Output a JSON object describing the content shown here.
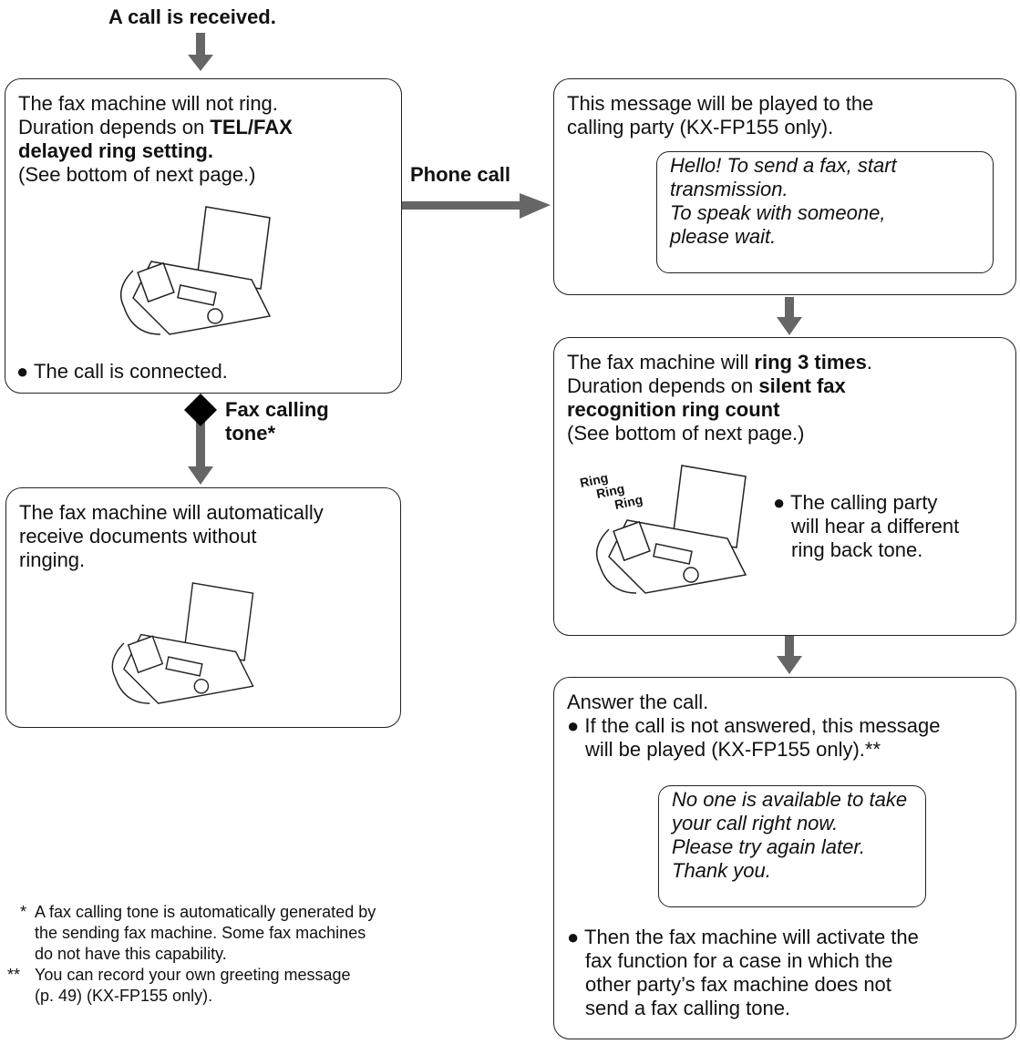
{
  "start_label": "A call is received.",
  "box_no_ring": {
    "line1": "The fax machine will not ring.",
    "line2_pre": "Duration depends on ",
    "line2_bold": "TEL/FAX",
    "line3_bold": "delayed ring setting.",
    "line4": "(See bottom of next page.)",
    "bullet": "The call is connected."
  },
  "phone_call_label": "Phone call",
  "fax_tone_label_1": "Fax calling",
  "fax_tone_label_2": "tone*",
  "box_auto_receive": {
    "line1": "The fax machine will automatically",
    "line2": "receive documents without",
    "line3": "ringing."
  },
  "box_message": {
    "line1": "This message will be played to the",
    "line2": "calling party (KX-FP155 only).",
    "bubble_1": "Hello! To send a fax, start",
    "bubble_2": "transmission.",
    "bubble_3": "To speak with someone,",
    "bubble_4": "please wait."
  },
  "box_ring3": {
    "line1_pre": "The fax machine will ",
    "line1_bold": "ring 3 times",
    "line1_post": ".",
    "line2_pre": "Duration depends on ",
    "line2_bold": "silent fax",
    "line3_bold": "recognition ring count",
    "line4": "(See bottom of next page.)",
    "ring_1": "Ring",
    "ring_2": "Ring",
    "ring_3": "Ring",
    "bullet_1": "The calling party",
    "bullet_2": "will hear a different",
    "bullet_3": "ring back tone."
  },
  "box_answer": {
    "line1": "Answer the call.",
    "bullet1_1": "If the call is not answered, this message",
    "bullet1_2": "will be played (KX-FP155 only).**",
    "bubble_1": "No one is available to take",
    "bubble_2": "your call right now.",
    "bubble_3": "Please try again later.",
    "bubble_4": "Thank you.",
    "bullet2_1": "Then the fax machine will activate the",
    "bullet2_2": "fax function for a case in which the",
    "bullet2_3": "other party’s fax machine does not",
    "bullet2_4": "send a fax calling tone."
  },
  "footnotes": {
    "n1_mark": "*",
    "n1_1": "A fax calling tone is automatically generated by",
    "n1_2": "the sending fax machine. Some fax machines",
    "n1_3": "do not have this capability.",
    "n2_mark": "**",
    "n2_1": "You can record your own greeting message",
    "n2_2": "(p. 49) (KX-FP155 only)."
  }
}
